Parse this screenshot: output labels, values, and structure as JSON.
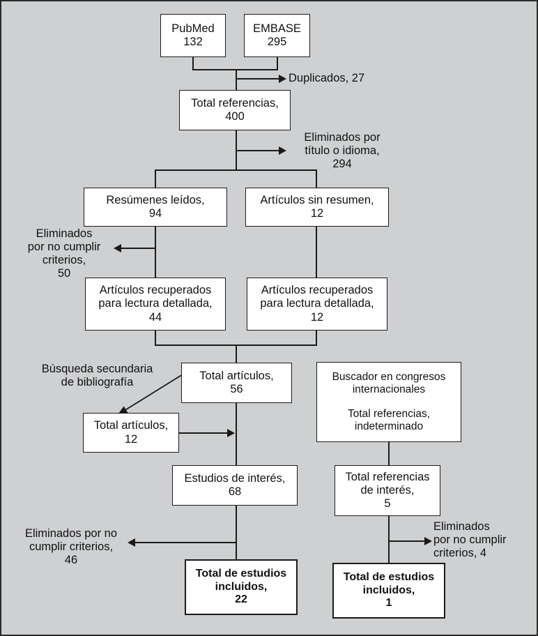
{
  "diagram": {
    "title": "Diagrama de flujo de seleccion de estudios",
    "language": "es",
    "background_color": "#ced0d2",
    "box_fill": "#ffffff",
    "line_color": "#1a1a1a"
  },
  "boxes": {
    "pubmed": "PubMed\n132",
    "embase": "EMBASE\n295",
    "total_referencias": "Total referencias,\n400",
    "resumenes_leidos": "Resúmenes leídos,\n94",
    "articulos_sin_resumen": "Artículos sin resumen,\n12",
    "recuperados_izq": "Artículos recuperados\npara lectura detallada,\n44",
    "recuperados_der": "Artículos recuperados\npara lectura detallada,\n12",
    "total_articulos_56": "Total artículos,\n56",
    "total_articulos_12": "Total artículos,\n12",
    "buscador_congresos": "Buscador en congresos\ninternacionales\n\nTotal referencias,\nindeterminado",
    "estudios_interes": "Estudios de interés,\n68",
    "referencias_interes": "Total referencias\nde interés,\n5",
    "incluidos_izq": "Total de estudios\nincluidos,\n22",
    "incluidos_der": "Total de estudios\nincluidos,\n1"
  },
  "labels": {
    "duplicados": "Duplicados, 27",
    "eliminados_titulo": "Eliminados por\ntítulo o idioma,\n294",
    "eliminados_criterios_50": "Eliminados\npor no cumplir\ncriterios,\n50",
    "busqueda_secundaria": "Búsqueda secundaria\nde bibliografía",
    "eliminados_criterios_46": "Eliminados por no\ncumplir criterios,\n46",
    "eliminados_criterios_4": "Eliminados\npor no cumplir\ncriterios, 4"
  }
}
